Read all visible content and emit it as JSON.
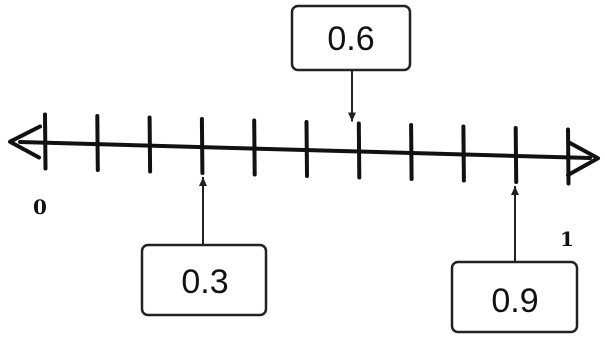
{
  "number_line": {
    "start_label": "0",
    "end_label": "1",
    "min": 0,
    "max": 1,
    "step": 0.1,
    "tick_values": [
      0,
      0.1,
      0.2,
      0.3,
      0.4,
      0.5,
      0.6,
      0.7,
      0.8,
      0.9,
      1
    ]
  },
  "callouts": [
    {
      "value": 0.6,
      "label": "0.6",
      "position": "above"
    },
    {
      "value": 0.3,
      "label": "0.3",
      "position": "below"
    },
    {
      "value": 0.9,
      "label": "0.9",
      "position": "below"
    }
  ],
  "colors": {
    "line": "#111111",
    "box_stroke": "#222222",
    "background": "#ffffff"
  }
}
